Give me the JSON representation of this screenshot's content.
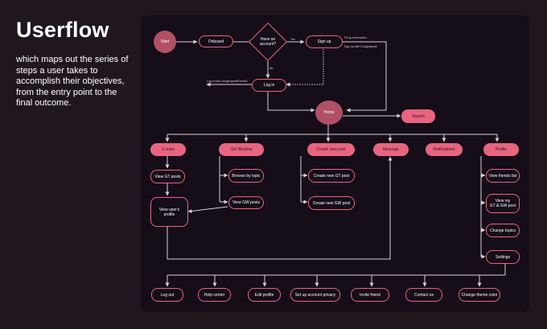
{
  "heading": "Userflow",
  "description": "which maps out the series of steps a user takes to accomplish their objectives, from the entry point to the final outcome.",
  "flow": {
    "start": "Start",
    "onboard": "Onboard",
    "decision": "Have an\naccount?",
    "signup": "Sign up",
    "login": "Log in",
    "home": "Home",
    "search": "Search",
    "note_fill_info": "Fill up information",
    "note_signup_google": "Sign up with Google/gmail",
    "note_login_google": "Log in with Google/gmail/FaceID",
    "note_yes": "Yes",
    "note_no": "No",
    "sections": {
      "gtrials": "G-trials",
      "girl_window": "Girl Window",
      "create_new_post": "Create new post",
      "message": "Message",
      "notifications": "Notifications",
      "profile": "Profile"
    },
    "gt": {
      "view_gt_posts": "View GT posts",
      "view_users_profile": "View user's\nprofile"
    },
    "gw": {
      "browse_by_topic": "Browse by topic",
      "view_gw_posts": "View GW posts"
    },
    "create": {
      "create_gt_post": "Create new GT post",
      "create_gw_post": "Create new GW post"
    },
    "profile_items": {
      "view_friends_list": "View friends list",
      "view_my_posts": "View my\nGT & GW post",
      "change_topics": "Change topics",
      "settings": "Settings"
    },
    "settings_items": {
      "log_out": "Log out",
      "help_center": "Help center",
      "edit_profile": "Edit profile",
      "account_privacy": "Set up account privacy",
      "invite_friend": "Invite friend",
      "contact_us": "Contact us",
      "change_theme": "Change theme color"
    }
  }
}
